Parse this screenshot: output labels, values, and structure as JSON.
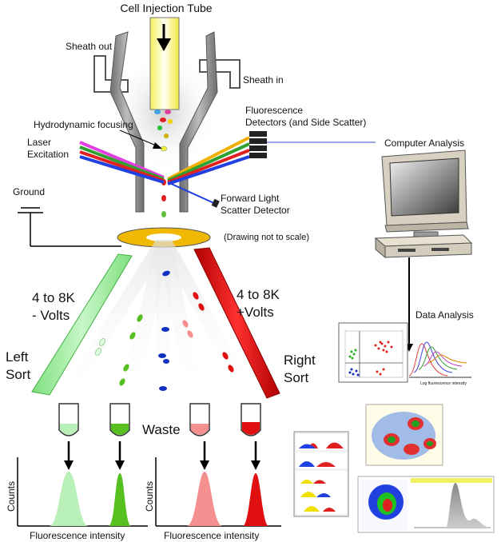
{
  "labels": {
    "cell_injection_tube": "Cell Injection Tube",
    "sheath_out": "Sheath out",
    "sheath_in": "Sheath in",
    "hydrodynamic_focusing": "Hydrodynamic focusing",
    "laser_line1": "Laser",
    "laser_line2": "Excitation",
    "fluor_line1": "Fluorescence",
    "fluor_line2": "Detectors (and Side Scatter)",
    "computer_analysis": "Computer Analysis",
    "ground": "Ground",
    "fls_line1": "Forward Light",
    "fls_line2": "Scatter Detector",
    "not_to_scale": "(Drawing not to scale)",
    "neg_volts_line1": "4 to 8K",
    "neg_volts_line2": "- Volts",
    "pos_volts_line1": "4 to 8K",
    "pos_volts_line2": "+Volts",
    "left_sort_line1": "Left",
    "left_sort_line2": "Sort",
    "right_sort_line1": "Right",
    "right_sort_line2": "Sort",
    "waste": "Waste",
    "data_analysis": "Data Analysis",
    "counts_left": "Counts",
    "counts_right": "Counts",
    "fluor_intensity_left": "Fluorescence intensity",
    "fluor_intensity_right": "Fluorescence intensity",
    "log_fluor_intensity": "Log fluorescence intensity"
  },
  "colors": {
    "laser": [
      "#e040e0",
      "#30a030",
      "#e02020",
      "#2040e0"
    ],
    "light_green": "#b8f0b8",
    "green": "#55c020",
    "light_red": "#f49090",
    "red": "#e01010",
    "blue": "#1030c0",
    "plate": "#f0b800"
  }
}
